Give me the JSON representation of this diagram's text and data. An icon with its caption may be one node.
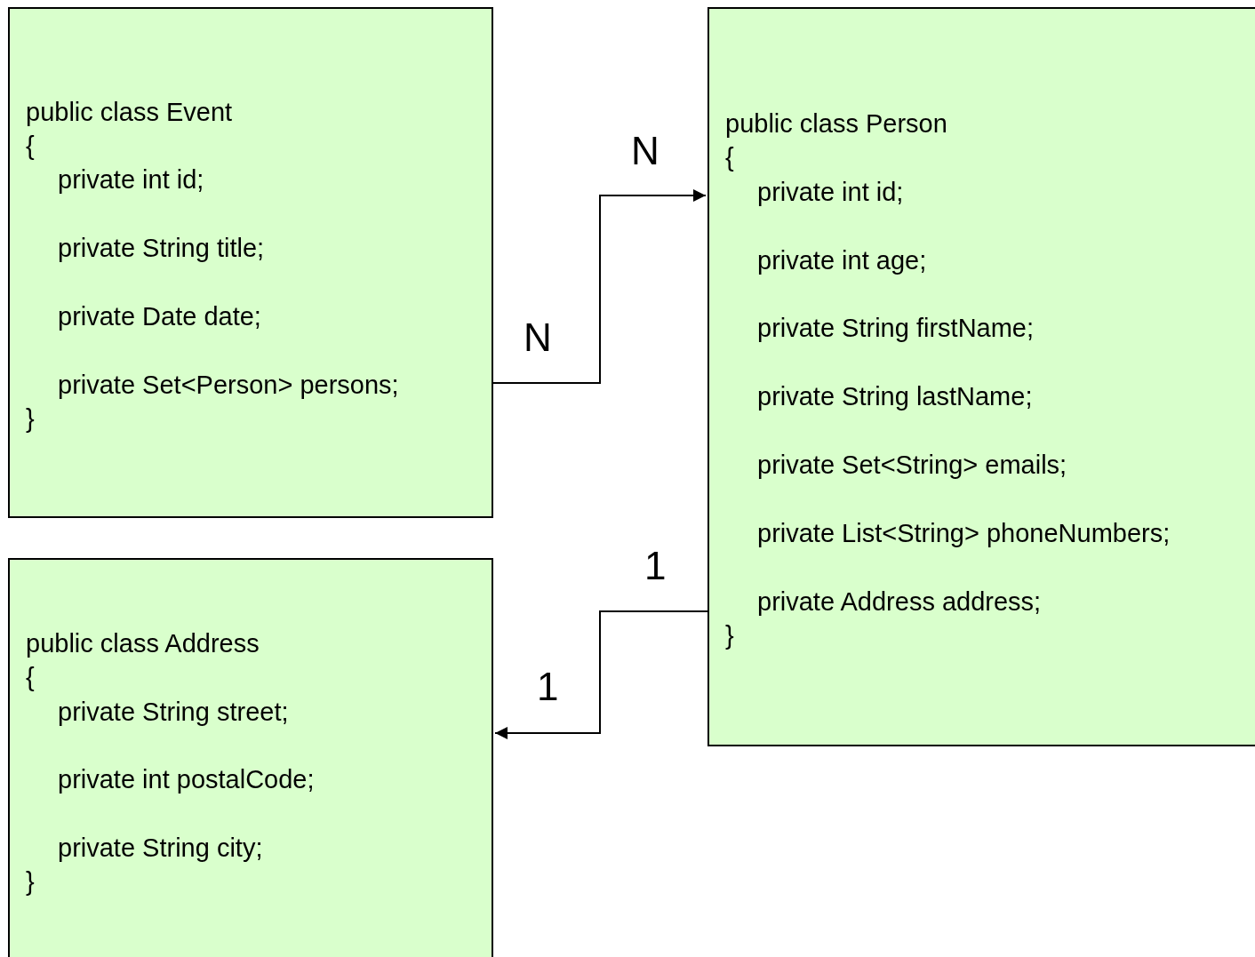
{
  "diagram": {
    "nodes": [
      {
        "text": [
          "public class Event",
          "{",
          "private int id;",
          "private String title;",
          "private Date date;",
          "private Set<Person> persons;",
          "}"
        ]
      },
      {
        "text": [
          "public class Person",
          "{",
          "private int id;",
          "private int age;",
          "private String firstName;",
          "private String lastName;",
          "private Set<String> emails;",
          "private List<String> phoneNumbers;",
          "private Address address;",
          "}"
        ]
      },
      {
        "text": [
          "public class Address",
          "{",
          "private String street;",
          "private int postalCode;",
          "private String city;",
          "}"
        ]
      }
    ],
    "edges": [
      {
        "from": 0,
        "to": 1,
        "arrow": "to"
      },
      {
        "from": 1,
        "to": 2,
        "arrow": "to"
      }
    ],
    "labels": [
      "N",
      "N",
      "1",
      "1"
    ]
  }
}
